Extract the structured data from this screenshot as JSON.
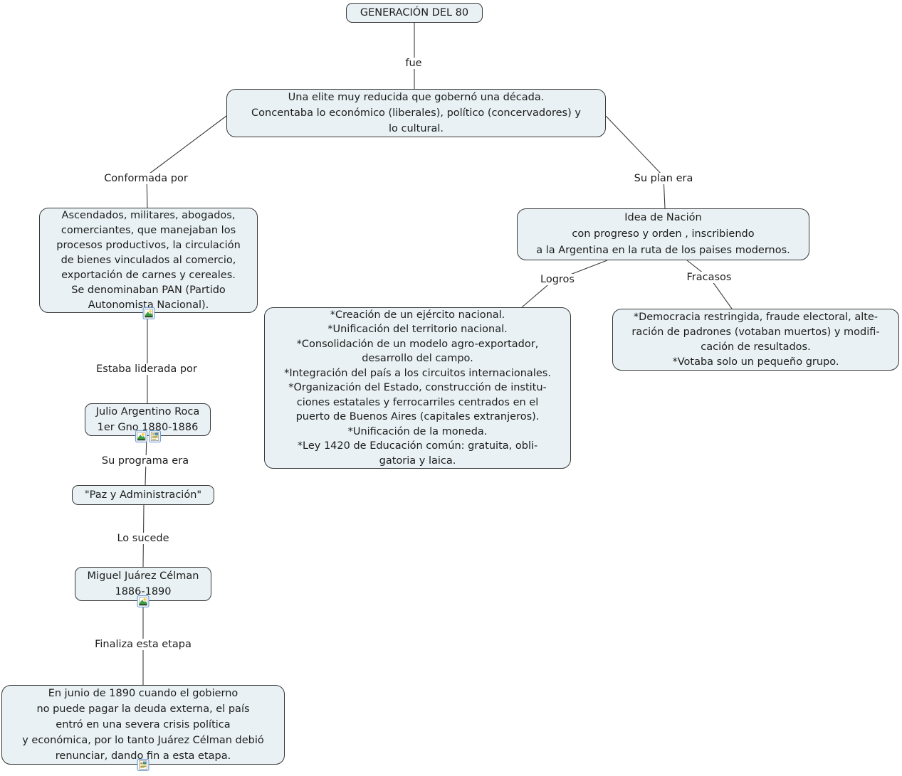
{
  "title": "GENERACIÓN DEL 80 concept map",
  "palette": {
    "node_fill": "#e9f1f4",
    "node_border": "#383838",
    "line_color": "#3c3c3c",
    "text_color": "#1c1c1c",
    "icon_border": "#6e9cd4"
  },
  "nodes": {
    "root": {
      "text": "GENERACIÓN DEL 80",
      "icons": []
    },
    "elite": {
      "text": "Una elite muy reducida que gobernó una década.\nConcentaba lo económico (liberales), político (concervadores) y\nlo cultural.",
      "icons": []
    },
    "conformada": {
      "text": "Ascendados, militares, abogados,\ncomerciantes, que manejaban los\nprocesos productivos, la circulación\nde bienes vinculados al comercio,\nexportación de carnes y cereales.\nSe denominaban PAN (Partido\nAutonomista Nacional).",
      "icons": [
        "image-icon"
      ]
    },
    "roca": {
      "text": "Julio Argentino Roca\n1er Gno 1880-1886",
      "icons": [
        "image-icon",
        "document-icon"
      ]
    },
    "paz": {
      "text": "\"Paz y Administración\"",
      "icons": []
    },
    "celman": {
      "text": "Miguel Juárez Célman\n1886-1890",
      "icons": [
        "image-icon"
      ]
    },
    "fin": {
      "text": "En junio de 1890 cuando el gobierno\nno puede pagar la deuda externa, el país\nentró en una severa crisis política\ny económica, por lo tanto Juárez Célman debió\nrenunciar, dando fin a esta etapa.",
      "icons": [
        "document-icon"
      ]
    },
    "idea": {
      "text": "Idea de Nación\ncon progreso y orden , inscribiendo\na la Argentina en la ruta de los paises modernos.",
      "icons": []
    },
    "logros": {
      "text": "*Creación de un ejército nacional.\n*Unificación del territorio nacional.\n*Consolidación de un modelo agro-exportador,\ndesarrollo del campo.\n*Integración del país a los circuitos internacionales.\n*Organización del Estado, construcción de institu-\nciones estatales y ferrocarriles centrados en el\npuerto de Buenos Aires (capitales extranjeros).\n*Unificación de la moneda.\n*Ley 1420 de Educación común: gratuita, obli-\ngatoria y laica.",
      "icons": []
    },
    "fracasos": {
      "text": "*Democracia restringida, fraude electoral, alte-\nración de padrones (votaban muertos) y modifi-\ncación de resultados.\n*Votaba solo un pequeño grupo.",
      "icons": []
    }
  },
  "labels": {
    "fue": "fue",
    "conformada_por": "Conformada por",
    "su_plan_era": "Su plan era",
    "estaba_liderada_por": "Estaba liderada por",
    "su_programa_era": "Su programa era",
    "lo_sucede": "Lo sucede",
    "finaliza_esta_etapa": "Finaliza esta etapa",
    "logros": "Logros",
    "fracasos": "Fracasos"
  }
}
